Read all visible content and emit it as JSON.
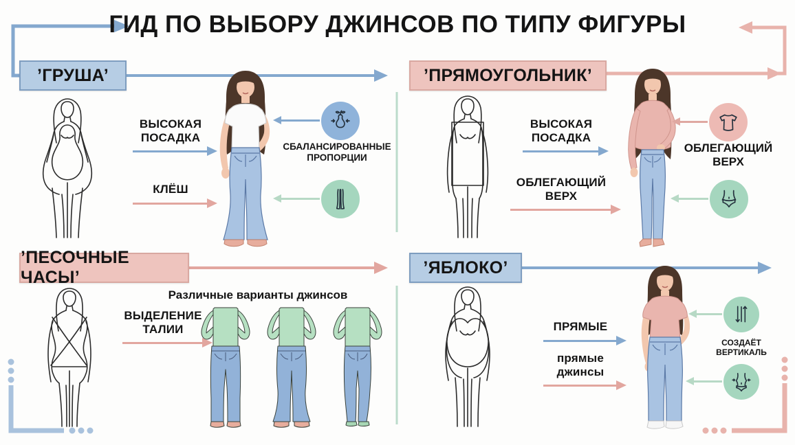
{
  "title": "ГИД ПО ВЫБОРУ ДЖИНСОВ ПО ТИПУ ФИГУРЫ",
  "palette": {
    "blue_accent": "#84a8ce",
    "pink_accent": "#e2a69f",
    "green_accent": "#a5d6be",
    "blue_box_fill": "#b6cde4",
    "blue_box_border": "#7e9dc0",
    "pink_box_fill": "#eec4be",
    "pink_box_border": "#d9a8a1",
    "divider_green": "#bcdccb",
    "decoration_blue": "#a9c2dd",
    "decoration_pink": "#e8b3ac",
    "jeans_blue": "#a9c3e2",
    "text_color": "#141414"
  },
  "quadrants": {
    "pear": {
      "label": "’ГРУША’",
      "features": [
        {
          "line1": "ВЫСОКАЯ",
          "line2": "ПОСАДКА",
          "arrow_color": "blue"
        },
        {
          "line1": "КЛЁШ",
          "line2": "",
          "arrow_color": "pink"
        }
      ],
      "callouts": [
        {
          "icon": "pear-icon",
          "circle_color": "blue",
          "caption1": "СБАЛАНСИРОВАННЫЕ",
          "caption2": "ПРОПОРЦИИ"
        },
        {
          "icon": "legs-icon",
          "circle_color": "green"
        }
      ]
    },
    "rectangle": {
      "label": "’ПРЯМОУГОЛЬНИК’",
      "features": [
        {
          "line1": "ВЫСОКАЯ",
          "line2": "ПОСАДКА",
          "arrow_color": "blue"
        },
        {
          "line1": "ОБЛЕГАЮЩИЙ",
          "line2": "ВЕРХ",
          "arrow_color": "pink"
        }
      ],
      "callouts": [
        {
          "icon": "tshirt-icon",
          "circle_color": "pink",
          "caption1": "ОБЛЕГАЮЩИЙ",
          "caption2": "ВЕРХ"
        },
        {
          "icon": "hips-icon",
          "circle_color": "green"
        }
      ]
    },
    "hourglass": {
      "label": "’ПЕСОЧНЫЕ ЧАСЫ’",
      "subtitle": "Различные варианты джинсов",
      "features": [
        {
          "line1": "ВЫДЕЛЕНИЕ",
          "line2": "ТАЛИИ",
          "arrow_color": "pink"
        }
      ]
    },
    "apple": {
      "label": "’ЯБЛОКО’",
      "features": [
        {
          "line1": "ПРЯМЫЕ",
          "line2": "",
          "arrow_color": "blue"
        },
        {
          "line1": "прямые",
          "line2": "джинсы",
          "arrow_color": "pink"
        }
      ],
      "callouts": [
        {
          "icon": "vertical-arrows-icon",
          "circle_color": "green",
          "caption1": "СОЗДАЁТ",
          "caption2": "ВЕРТИКАЛЬ"
        },
        {
          "icon": "waist-arrows-icon",
          "circle_color": "green"
        }
      ]
    }
  }
}
